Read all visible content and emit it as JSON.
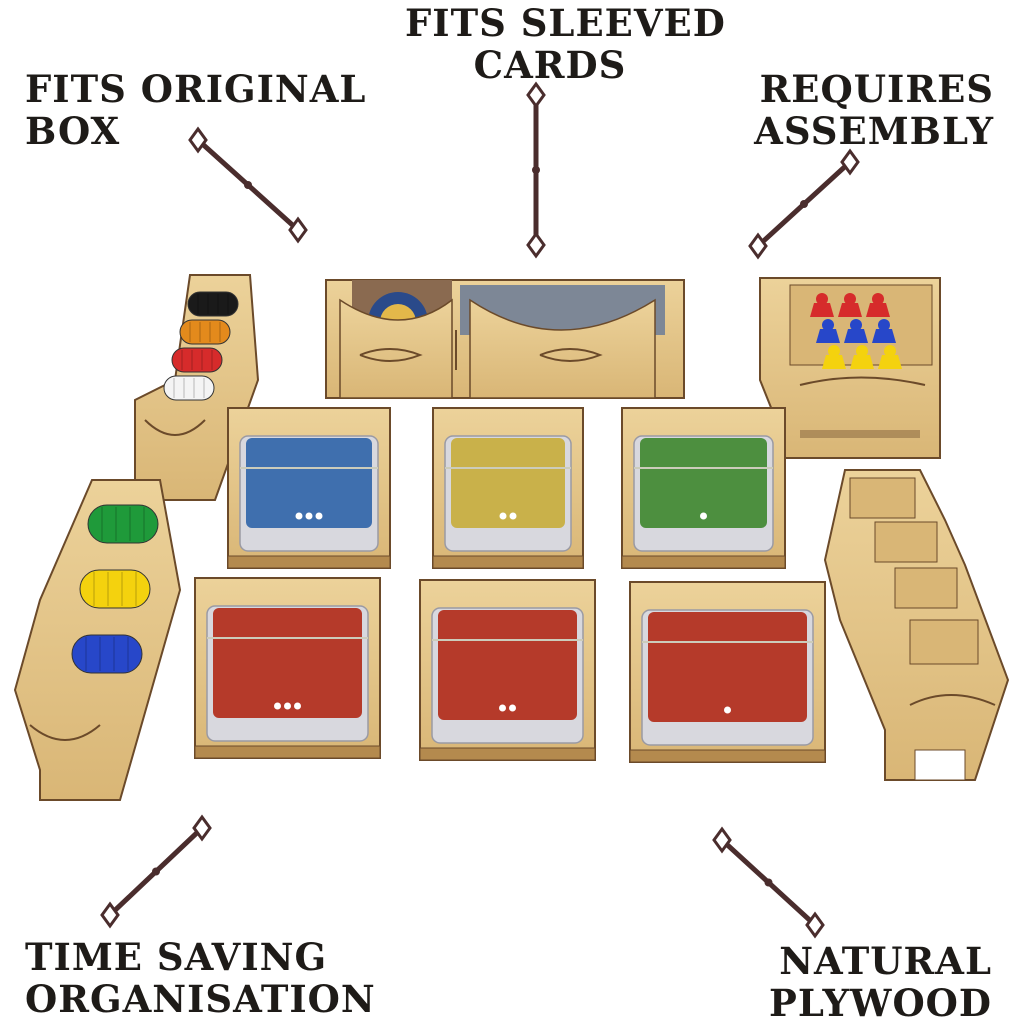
{
  "labels": {
    "top_left": [
      "FITS ORIGINAL",
      "BOX"
    ],
    "top_center": [
      "FITS SLEEVED",
      "CARDS"
    ],
    "top_right": [
      "REQUIRES",
      "ASSEMBLY"
    ],
    "bottom_left": [
      "TIME SAVING",
      "ORGANISATION"
    ],
    "bottom_right": [
      "NATURAL",
      "PLYWOOD"
    ]
  },
  "colors": {
    "text": "#1e1b18",
    "arrow": "#4a2d2d",
    "wood": "#e7c889",
    "wood_dark": "#b48a4e",
    "edge": "#6b4a2a",
    "card_blue": "#3f6fae",
    "card_yellow": "#c9b14a",
    "card_green": "#4d8f3f",
    "card_red": "#b53a2a",
    "token_black": "#1a1a1a",
    "token_orange": "#e38a1c",
    "token_red": "#d62b2b",
    "token_white": "#f4f4f4",
    "token_green": "#1f9a3a",
    "token_yellow": "#f4d20e",
    "token_blue": "#2747c9"
  },
  "card_trays": [
    {
      "color": "card_blue",
      "dots": 3
    },
    {
      "color": "card_yellow",
      "dots": 2
    },
    {
      "color": "card_green",
      "dots": 1
    },
    {
      "color": "card_red",
      "dots": 3
    },
    {
      "color": "card_red",
      "dots": 2
    },
    {
      "color": "card_red",
      "dots": 1
    }
  ],
  "meeple_rows": [
    "token_red",
    "token_blue",
    "token_yellow"
  ]
}
